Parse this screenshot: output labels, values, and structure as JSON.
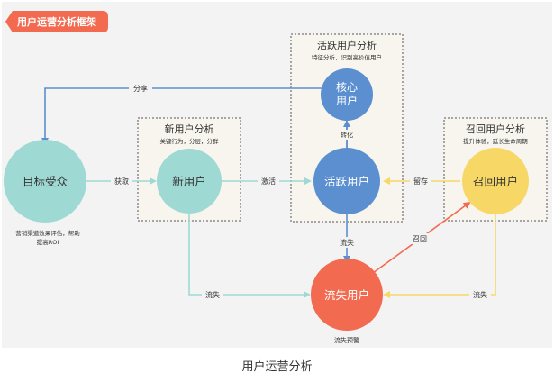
{
  "header_tag": {
    "text": "用户运营分析框架",
    "color": "#f26a4f"
  },
  "caption": "用户运营分析",
  "nodes": {
    "target": {
      "label": "目标受众",
      "color": "#9fd9d3"
    },
    "new": {
      "label": "新用户",
      "color": "#9fd9d3"
    },
    "active": {
      "label": "活跃用户",
      "color": "#5b8fd0"
    },
    "core": {
      "label": "核心\n用户",
      "color": "#5b8fd0"
    },
    "recall": {
      "label": "召回用户",
      "color": "#f7d867"
    },
    "churn": {
      "label": "流失用户",
      "color": "#f26a4f"
    }
  },
  "groups": {
    "new_analysis": {
      "title": "新用户分析",
      "subtitle": "关键行为，分层，分群"
    },
    "active_analysis": {
      "title": "活跃用户分析",
      "subtitle": "特征分析，识别高价值用户"
    },
    "recall_analysis": {
      "title": "召回用户分析",
      "subtitle": "提升体验，延长生命周期"
    }
  },
  "notes": {
    "target_note_1": "营销渠道效果评估，帮助",
    "target_note_2": "提高ROI",
    "churn_note": "流失预警"
  },
  "edges": {
    "share": "分享",
    "acquire": "获取",
    "activate": "激活",
    "convert": "转化",
    "retain": "留存",
    "churn_active": "流失",
    "churn_new": "流失",
    "churn_recall": "流失",
    "recall": "召回"
  },
  "colors": {
    "canvas_bg": "#f3f3f3",
    "teal_line": "#9fd9d3",
    "blue_line": "#5b8fd0",
    "yellow_line": "#f7d867",
    "red_line": "#f26a4f",
    "box_fill": "#f7f5ee",
    "box_border": "#555555",
    "text_dark": "#333333"
  }
}
